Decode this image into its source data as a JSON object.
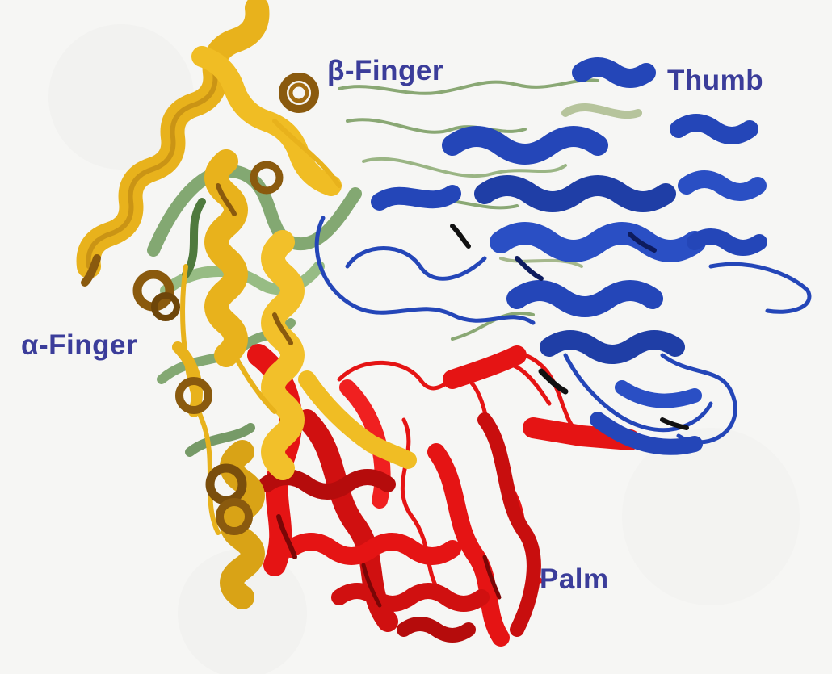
{
  "labels": {
    "beta_finger": "β-Finger",
    "thumb": "Thumb",
    "alpha_finger": "α-Finger",
    "palm": "Palm"
  },
  "colors": {
    "label_text": "#3b3d9a",
    "alpha_finger_domain": "#e8b21c",
    "alpha_finger_dark": "#8a5a0e",
    "beta_finger_domain": "#6e9a5a",
    "thumb_domain": "#2446b8",
    "palm_domain": "#e51414",
    "background": "#f6f6f4"
  }
}
